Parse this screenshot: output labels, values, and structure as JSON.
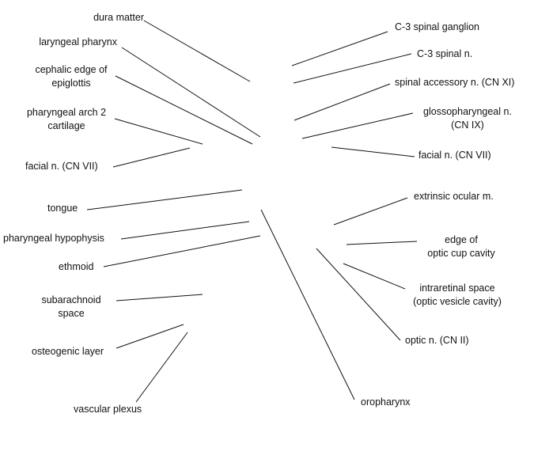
{
  "labels": {
    "dura_matter": [
      "dura matter"
    ],
    "laryngeal_pharynx": [
      "laryngeal pharynx"
    ],
    "cephalic_edge_epiglottis": [
      "cephalic edge of",
      "epiglottis"
    ],
    "pharyngeal_arch_2_cartilage": [
      "pharyngeal arch 2",
      "cartilage"
    ],
    "facial_n_left": [
      "facial n. (CN VII)"
    ],
    "tongue": [
      "tongue"
    ],
    "pharyngeal_hypophysis": [
      "pharyngeal hypophysis"
    ],
    "ethmoid": [
      "ethmoid"
    ],
    "subarachnoid_space": [
      "subarachnoid",
      "space"
    ],
    "osteogenic_layer": [
      "osteogenic layer"
    ],
    "vascular_plexus": [
      "vascular plexus"
    ],
    "c3_spinal_ganglion": [
      "C-3 spinal ganglion"
    ],
    "c3_spinal_n": [
      "C-3 spinal n."
    ],
    "spinal_accessory_n": [
      "spinal accessory n. (CN XI)"
    ],
    "glossopharyngeal_n": [
      "glossopharyngeal n.",
      "(CN IX)"
    ],
    "facial_n_right": [
      "facial n. (CN VII)"
    ],
    "extrinsic_ocular_m": [
      "extrinsic ocular m."
    ],
    "edge_optic_cup_cavity": [
      "edge of",
      "optic cup cavity"
    ],
    "intraretinal_space": [
      "intraretinal space",
      "(optic vesicle cavity)"
    ],
    "optic_n": [
      "optic n. (CN II)"
    ],
    "oropharynx": [
      "oropharynx"
    ]
  },
  "colors": {
    "line": "#111111",
    "text": "#111111",
    "background": "#ffffff"
  }
}
